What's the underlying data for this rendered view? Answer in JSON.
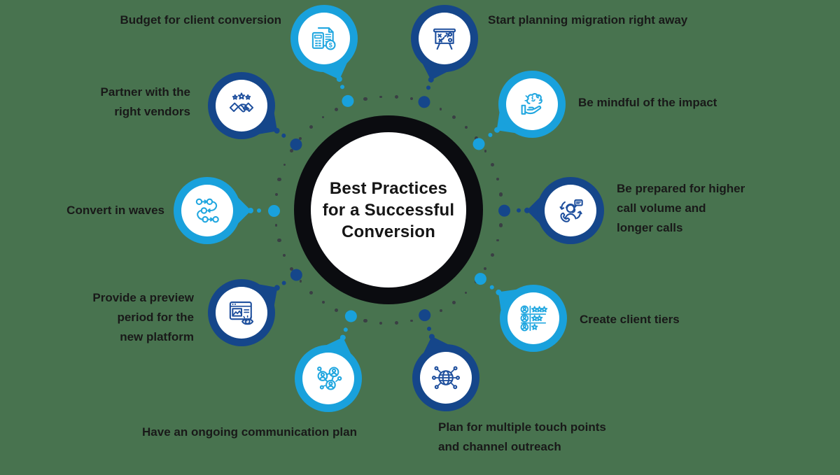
{
  "title": "Best Practices for a Successful Conversion",
  "background_color": "#48734f",
  "palette": {
    "bright_blue": "#19a1dc",
    "navy": "#15468a",
    "bright_blue_icon": "#21a7e0",
    "navy_icon": "#1e4f9d",
    "hub_ring": "#0b0c10",
    "hub_fill": "#ffffff",
    "ring_dot": "#3a3f44",
    "text": "#191919"
  },
  "center": {
    "lines": [
      "Best Practices",
      "for a Successful",
      "Conversion"
    ]
  },
  "nodes": [
    {
      "id": "budget",
      "label": "Budget for client conversion",
      "lines": [
        "Budget for client conversion"
      ],
      "color": "#19a1dc",
      "icon": "calculator-document-coin-icon"
    },
    {
      "id": "planning",
      "label": "Start planning migration right away",
      "lines": [
        "Start planning migration right away"
      ],
      "color": "#15468a",
      "icon": "strategy-board-icon"
    },
    {
      "id": "mindful",
      "label": "Be mindful of the impact",
      "lines": [
        "Be mindful of the impact"
      ],
      "color": "#19a1dc",
      "icon": "brain-in-hand-icon"
    },
    {
      "id": "call-volume",
      "label": "Be prepared for higher call volume and longer calls",
      "lines": [
        "Be prepared for higher",
        "call volume and",
        "longer calls"
      ],
      "color": "#15468a",
      "icon": "call-center-agent-icon"
    },
    {
      "id": "tiers",
      "label": "Create client tiers",
      "lines": [
        "Create client tiers"
      ],
      "color": "#19a1dc",
      "icon": "client-rating-tiers-icon"
    },
    {
      "id": "touchpoints",
      "label": "Plan for multiple touch points and channel outreach",
      "lines": [
        "Plan for multiple touch points",
        "and channel outreach"
      ],
      "color": "#15468a",
      "icon": "globe-network-icon"
    },
    {
      "id": "communication",
      "label": "Have an ongoing communication plan",
      "lines": [
        "Have an ongoing communication plan"
      ],
      "color": "#19a1dc",
      "icon": "people-network-icon"
    },
    {
      "id": "preview",
      "label": "Provide a preview period for the new platform",
      "lines": [
        "Provide a preview",
        "period for the",
        "new platform"
      ],
      "color": "#15468a",
      "icon": "browser-eye-preview-icon"
    },
    {
      "id": "waves",
      "label": "Convert in waves",
      "lines": [
        "Convert in waves"
      ],
      "color": "#19a1dc",
      "icon": "staged-flow-icon"
    },
    {
      "id": "vendors",
      "label": "Partner with the right vendors",
      "lines": [
        "Partner with the",
        "right vendors"
      ],
      "color": "#15468a",
      "icon": "handshake-stars-icon"
    }
  ]
}
